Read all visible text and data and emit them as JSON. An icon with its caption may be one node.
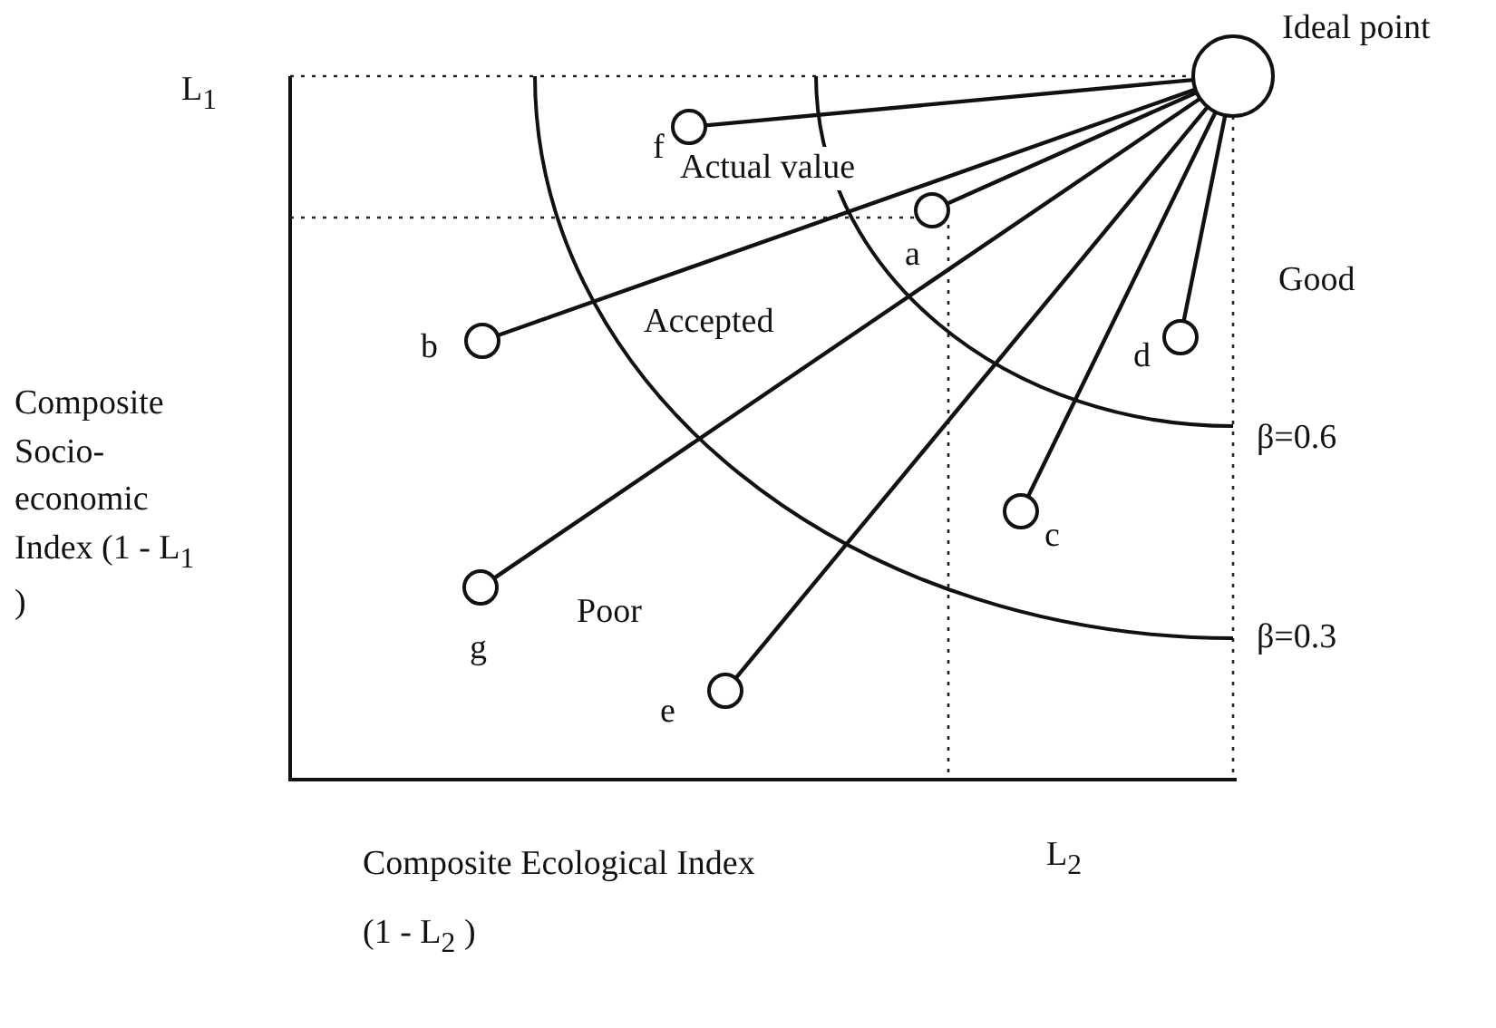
{
  "diagram": {
    "nodes": [
      {
        "text": [],
        "shape": "circle",
        "beside": [
          "Ideal point"
        ]
      },
      {
        "text": [],
        "shape": "circle",
        "beside": [
          "f"
        ]
      },
      {
        "text": [],
        "shape": "circle",
        "beside": [
          "a"
        ]
      },
      {
        "text": [],
        "shape": "circle",
        "beside": [
          "b"
        ]
      },
      {
        "text": [],
        "shape": "circle",
        "beside": [
          "d"
        ]
      },
      {
        "text": [],
        "shape": "circle",
        "beside": [
          "c"
        ]
      },
      {
        "text": [],
        "shape": "circle",
        "beside": [
          "g"
        ]
      },
      {
        "text": [],
        "shape": "circle",
        "beside": [
          "e"
        ]
      }
    ],
    "edges": [
      {
        "from": 1,
        "to": 0,
        "arrow": "none"
      },
      {
        "from": 2,
        "to": 0,
        "arrow": "none"
      },
      {
        "from": 3,
        "to": 0,
        "arrow": "none"
      },
      {
        "from": 4,
        "to": 0,
        "arrow": "none"
      },
      {
        "from": 5,
        "to": 0,
        "arrow": "none"
      },
      {
        "from": 6,
        "to": 0,
        "arrow": "none"
      },
      {
        "from": 7,
        "to": 0,
        "arrow": "none"
      }
    ],
    "labels": [
      "L$_{1}$",
      "Actual value",
      "Good",
      "Accepted",
      "β=0.6",
      "Poor",
      "β=0.3",
      "Composite Socio-economic Index (1 - L$_{1}$ )",
      "Composite Ecological Index (1 - L$_{2}$ )",
      "L$_{2}$"
    ]
  }
}
